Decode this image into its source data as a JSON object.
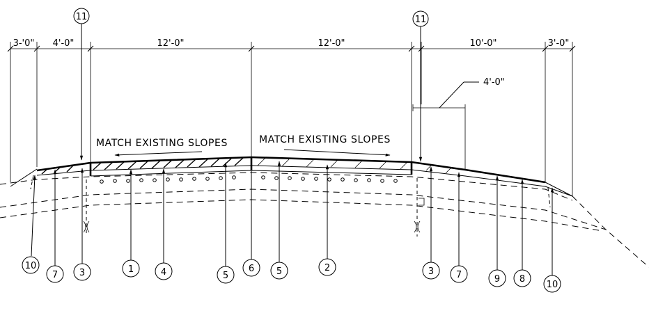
{
  "dimensions": {
    "d1": "3-'0\"",
    "d2": "4'-0\"",
    "d3": "12'-0\"",
    "d4": "12'-0\"",
    "d5": "10'-0\"",
    "d6": "3'-0\"",
    "offset": "4'-0\""
  },
  "notes": {
    "left": "MATCH EXISTING SLOPES",
    "right": "MATCH EXISTING SLOPES"
  },
  "callouts": {
    "top_left": "11",
    "top_right": "11",
    "bottom": [
      "10",
      "7",
      "3",
      "1",
      "4",
      "5",
      "6",
      "5",
      "2",
      "3",
      "7",
      "9",
      "8",
      "10"
    ]
  }
}
